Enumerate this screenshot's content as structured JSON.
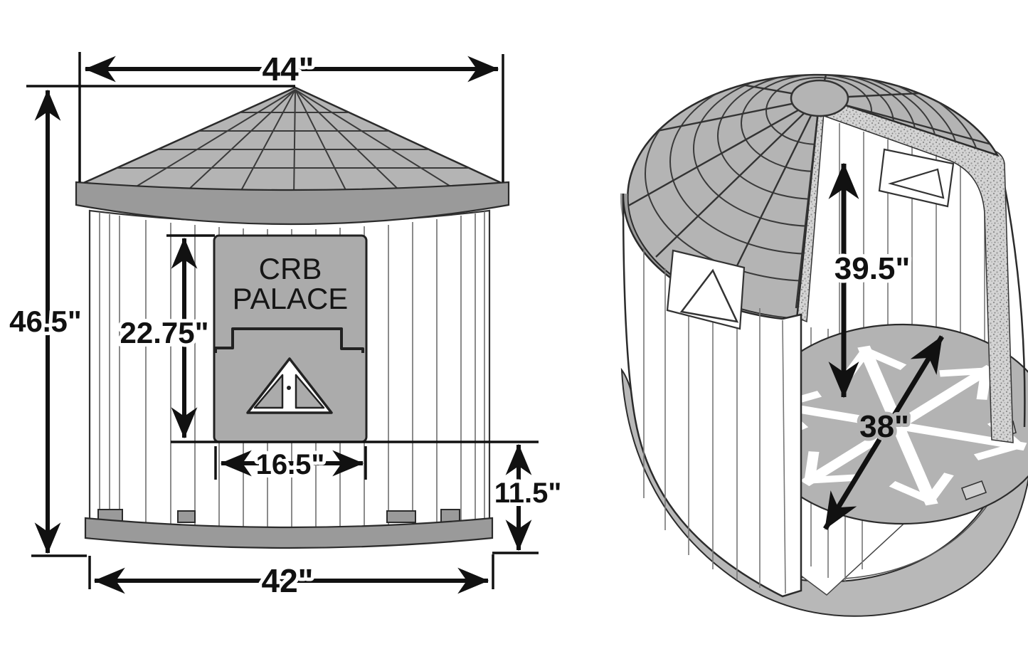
{
  "door": {
    "line1": "CRB",
    "line2": "PALACE"
  },
  "front_view": {
    "dim_roof_width": "44\"",
    "dim_overall_height": "46.5\"",
    "dim_door_height": "22.75\"",
    "dim_door_width": "16.5\"",
    "dim_base_height": "11.5\"",
    "dim_base_width": "42\""
  },
  "cutaway_view": {
    "dim_interior_height": "39.5\"",
    "dim_interior_diameter": "38\""
  },
  "colors": {
    "line": "#1a1a1a",
    "roof_gray": "#b4b4b4",
    "trim_gray": "#9a9a9a",
    "door_gray": "#ababab",
    "floor_gray": "#b3b3b3",
    "snowflake_white": "#ffffff",
    "background": "#ffffff"
  }
}
